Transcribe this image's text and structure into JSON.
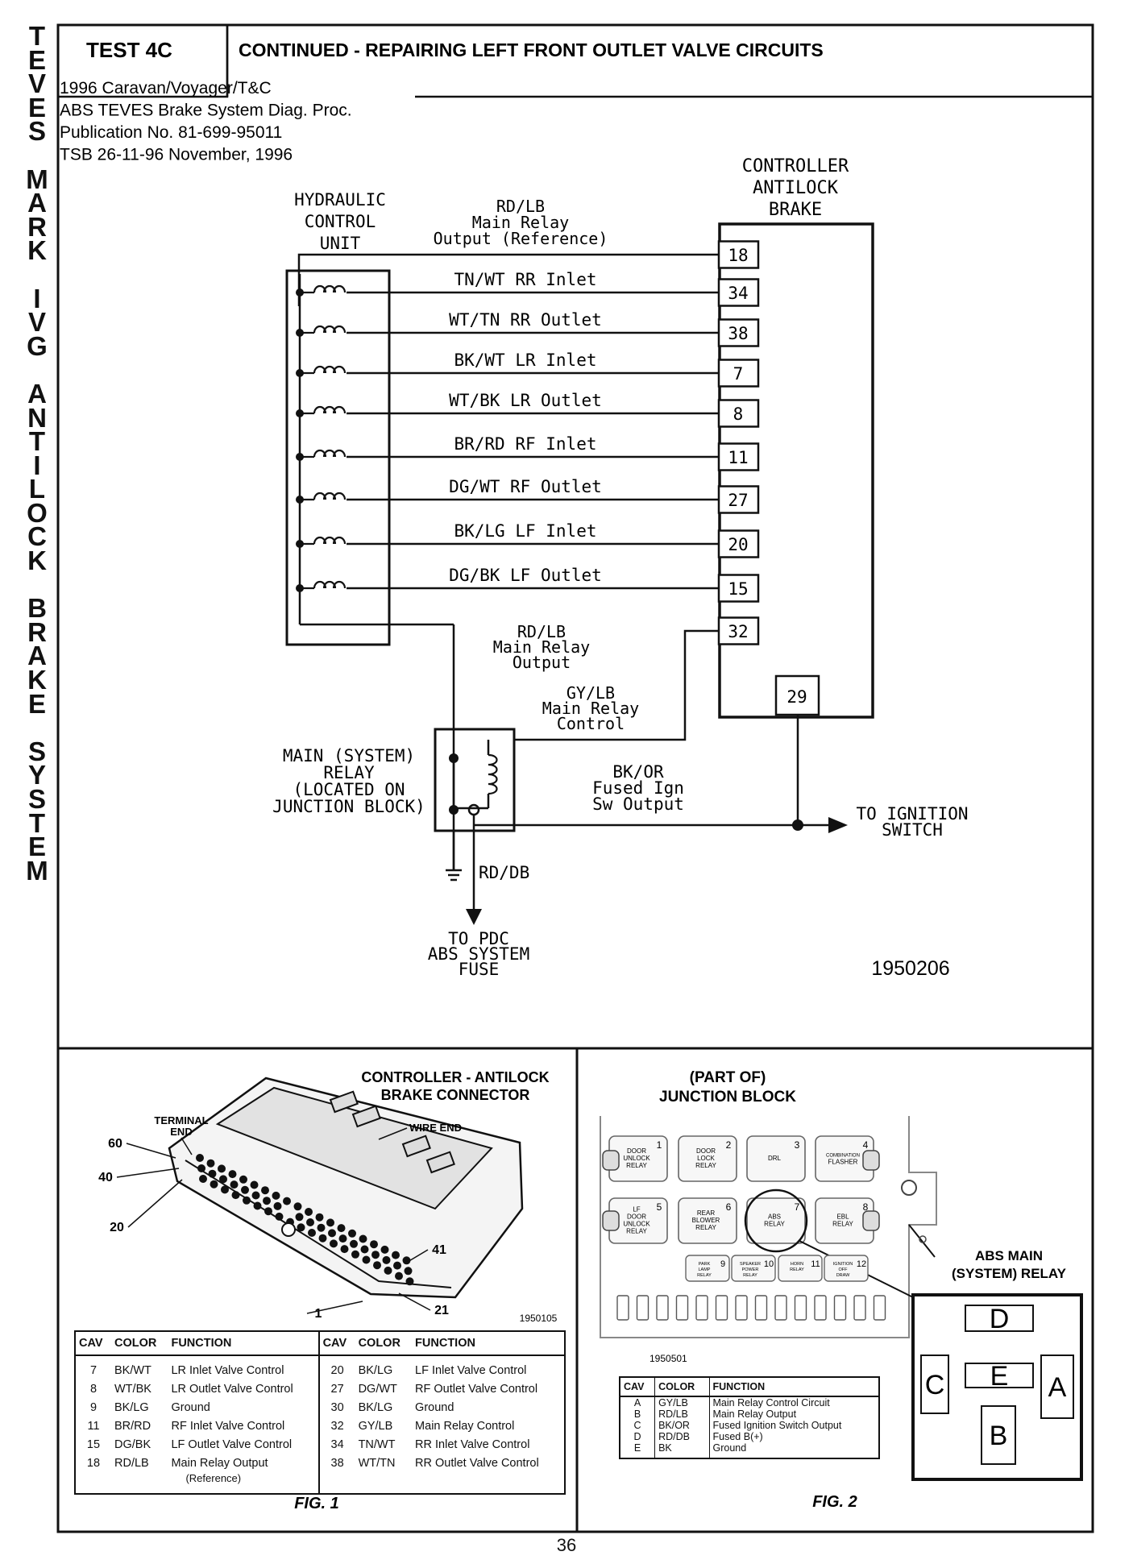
{
  "side_title": "TEVES MARK IVG ANTILOCK BRAKE SYSTEM",
  "header": {
    "test_label": "TEST 4C",
    "title": "CONTINUED - REPAIRING LEFT FRONT OUTLET VALVE CIRCUITS",
    "info": [
      "1996 Caravan/Voyager/T&C",
      "ABS TEVES Brake System Diag. Proc.",
      "Publication No. 81-699-95011",
      "TSB 26-11-96   November, 1996"
    ]
  },
  "schematic": {
    "controller_label": [
      "CONTROLLER",
      "ANTILOCK",
      "BRAKE"
    ],
    "hcu_label": [
      "HYDRAULIC",
      "CONTROL",
      "UNIT"
    ],
    "ref_wire": [
      "RD/LB",
      "Main Relay",
      "Output (Reference)"
    ],
    "ref_pin": "18",
    "valves": [
      {
        "wire": "TN/WT RR Inlet",
        "pin": "34"
      },
      {
        "wire": "WT/TN RR Outlet",
        "pin": "38"
      },
      {
        "wire": "BK/WT LR Inlet",
        "pin": "7"
      },
      {
        "wire": "WT/BK LR Outlet",
        "pin": "8"
      },
      {
        "wire": "BR/RD RF Inlet",
        "pin": "11"
      },
      {
        "wire": "DG/WT RF Outlet",
        "pin": "27"
      },
      {
        "wire": "BK/LG LF Inlet",
        "pin": "20"
      },
      {
        "wire": "DG/BK LF Outlet",
        "pin": "15"
      }
    ],
    "relay_out_pin": "32",
    "relay_out_wire": [
      "RD/LB",
      "Main Relay",
      "Output"
    ],
    "control_wire": [
      "GY/LB",
      "Main Relay",
      "Control"
    ],
    "ign_pin": "29",
    "ign_wire": [
      "BK/OR",
      "Fused Ign",
      "Sw Output"
    ],
    "relay_label": [
      "MAIN (SYSTEM)",
      "RELAY",
      "(LOCATED ON",
      "JUNCTION BLOCK)"
    ],
    "to_ignition": [
      "TO IGNITION",
      "SWITCH"
    ],
    "fuse_wire": "RD/DB",
    "to_pdc": [
      "TO PDC",
      "ABS SYSTEM",
      "FUSE"
    ],
    "figure_id": "1950206"
  },
  "fig1": {
    "title": [
      "CONTROLLER - ANTILOCK",
      "BRAKE CONNECTOR"
    ],
    "terminal_end": [
      "TERMINAL",
      "END"
    ],
    "wire_end": "WIRE END",
    "pin_labels": {
      "p60": "60",
      "p40": "40",
      "p20": "20",
      "p41": "41",
      "p1": "1",
      "p21": "21"
    },
    "figure_id": "1950105",
    "caption": "FIG. 1",
    "headers": [
      "CAV",
      "COLOR",
      "FUNCTION"
    ],
    "left_rows": [
      {
        "cav": "7",
        "color": "BK/WT",
        "function": "LR Inlet Valve Control"
      },
      {
        "cav": "8",
        "color": "WT/BK",
        "function": "LR Outlet Valve Control"
      },
      {
        "cav": "9",
        "color": "BK/LG",
        "function": "Ground"
      },
      {
        "cav": "11",
        "color": "BR/RD",
        "function": "RF Inlet Valve Control"
      },
      {
        "cav": "15",
        "color": "DG/BK",
        "function": "LF Outlet Valve Control"
      },
      {
        "cav": "18",
        "color": "RD/LB",
        "function": "Main Relay Output"
      }
    ],
    "left_note": "(Reference)",
    "right_rows": [
      {
        "cav": "20",
        "color": "BK/LG",
        "function": "LF Inlet Valve Control"
      },
      {
        "cav": "27",
        "color": "DG/WT",
        "function": "RF Outlet Valve Control"
      },
      {
        "cav": "30",
        "color": "BK/LG",
        "function": "Ground"
      },
      {
        "cav": "32",
        "color": "GY/LB",
        "function": "Main Relay Control"
      },
      {
        "cav": "34",
        "color": "TN/WT",
        "function": "RR Inlet Valve Control"
      },
      {
        "cav": "38",
        "color": "WT/TN",
        "function": "RR Outlet Valve Control"
      }
    ]
  },
  "fig2": {
    "title": [
      "(PART OF)",
      "JUNCTION BLOCK"
    ],
    "relay_title": [
      "ABS MAIN",
      "(SYSTEM) RELAY"
    ],
    "figure_id": "1950501",
    "caption": "FIG. 2",
    "relays": [
      {
        "num": "1",
        "label": [
          "DOOR",
          "UNLOCK",
          "RELAY"
        ]
      },
      {
        "num": "2",
        "label": [
          "DOOR",
          "LOCK",
          "RELAY"
        ]
      },
      {
        "num": "3",
        "label": [
          "DRL"
        ]
      },
      {
        "num": "4",
        "label": [
          "COMBINATION",
          "FLASHER"
        ]
      },
      {
        "num": "5",
        "label": [
          "LF",
          "DOOR",
          "UNLOCK",
          "RELAY"
        ]
      },
      {
        "num": "6",
        "label": [
          "REAR",
          "BLOWER",
          "RELAY"
        ]
      },
      {
        "num": "7",
        "label": [
          "ABS",
          "RELAY"
        ]
      },
      {
        "num": "8",
        "label": [
          "EBL",
          "RELAY"
        ]
      }
    ],
    "small_relays": [
      {
        "num": "9",
        "label": [
          "PARK",
          "LAMP",
          "RELAY"
        ]
      },
      {
        "num": "10",
        "label": [
          "SPEAKER",
          "POWER",
          "RELAY"
        ]
      },
      {
        "num": "11",
        "label": [
          "HORN",
          "RELAY"
        ]
      },
      {
        "num": "12",
        "label": [
          "IGNITION",
          "OFF",
          "DRAW"
        ]
      }
    ],
    "terminals": [
      "D",
      "C",
      "E",
      "A",
      "B"
    ],
    "headers": [
      "CAV",
      "COLOR",
      "FUNCTION"
    ],
    "rows": [
      {
        "cav": "A",
        "color": "GY/LB",
        "function": "Main Relay Control Circuit"
      },
      {
        "cav": "B",
        "color": "RD/LB",
        "function": "Main Relay Output"
      },
      {
        "cav": "C",
        "color": "BK/OR",
        "function": "Fused Ignition Switch Output"
      },
      {
        "cav": "D",
        "color": "RD/DB",
        "function": "Fused B(+)"
      },
      {
        "cav": "E",
        "color": "BK",
        "function": "Ground"
      }
    ]
  },
  "page_number": "36"
}
